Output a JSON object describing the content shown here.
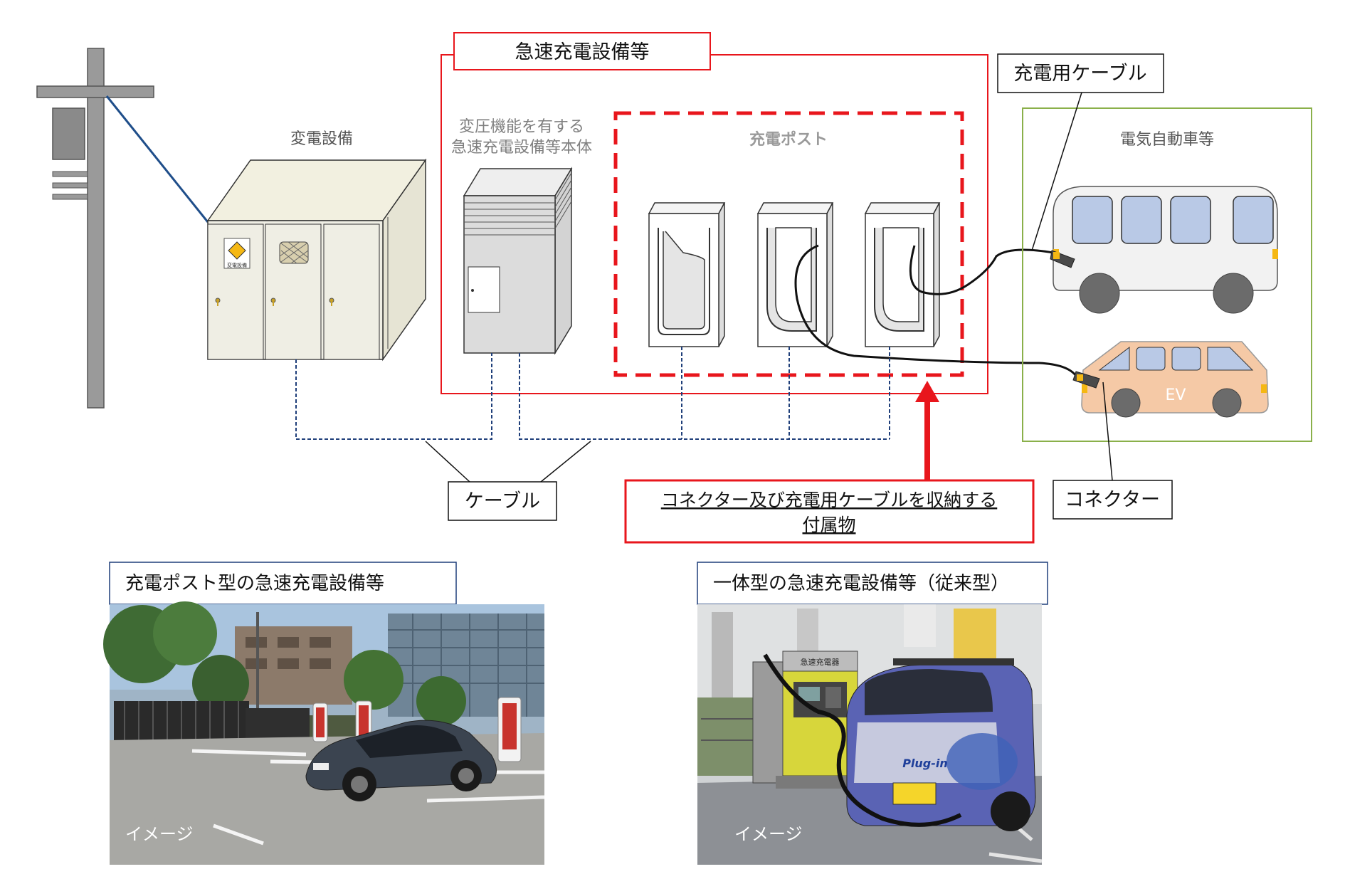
{
  "labels": {
    "substation": "変電設備",
    "quick_charger_group": "急速充電設備等",
    "charger_body_line1": "変圧機能を有する",
    "charger_body_line2": "急速充電設備等本体",
    "charging_post": "充電ポスト",
    "charging_cable": "充電用ケーブル",
    "ev_group": "電気自動車等",
    "ev_car_text": "EV",
    "cable": "ケーブル",
    "accessory_line1": "コネクター及び充電用ケーブルを収納する",
    "accessory_line2": "付属物",
    "connector": "コネクター",
    "substation_sign": "変電設備"
  },
  "photos": {
    "left_title": "充電ポスト型の急速充電設備等",
    "left_caption": "イメージ",
    "right_title": "一体型の急速充電設備等（従来型）",
    "right_caption": "イメージ",
    "right_sign": "急速充電器",
    "right_plate": "Plug-in"
  },
  "colors": {
    "red": "#e8161c",
    "dash_blue": "#1f3f7a",
    "green": "#8ab04a",
    "bus_window": "#b9c9e6",
    "car_body": "#f5c9a6",
    "connector_yellow": "#f5b814",
    "label_gray": "#7f7f7f"
  }
}
